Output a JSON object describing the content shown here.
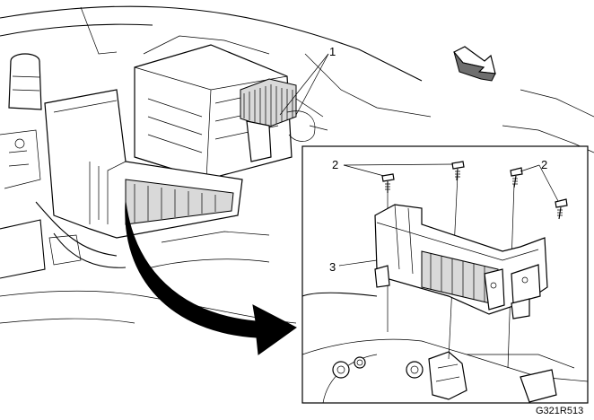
{
  "callouts": {
    "item_1": "1",
    "item_2_left": "2",
    "item_2_right": "2",
    "item_3": "3"
  },
  "figure_id": "G321R513",
  "icons": {
    "direction": "front-direction-arrow-icon",
    "transition": "curved-arrow-icon"
  }
}
